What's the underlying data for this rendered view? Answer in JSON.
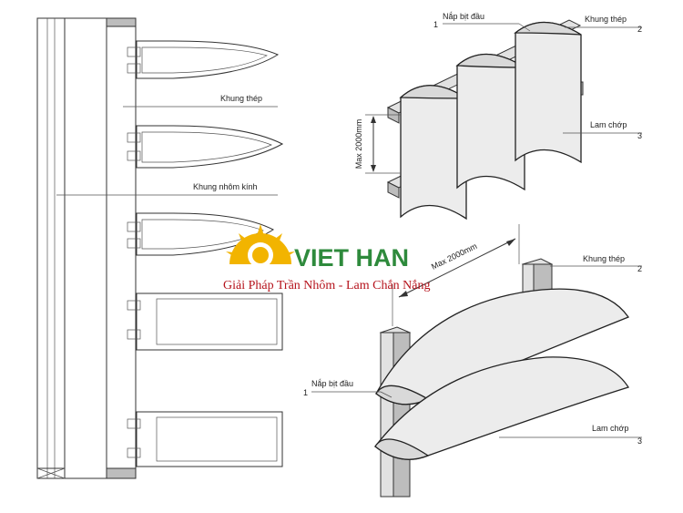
{
  "labels": {
    "steel_frame": "Khung thép",
    "glass_frame": "Khung nhôm kính",
    "end_cap": "Nắp bịt đầu",
    "louver": "Lam chớp",
    "max_size": "Max 2000mm"
  },
  "numbers": {
    "one": "1",
    "two": "2",
    "three": "3"
  },
  "logo": {
    "brand": "VIET HAN",
    "tagline": "Giải Pháp Trần Nhôm - Lam Chắn Nắng",
    "colors": {
      "sun": "#f2b400",
      "brand": "#2e8a3c",
      "tagline": "#b5121b"
    }
  }
}
